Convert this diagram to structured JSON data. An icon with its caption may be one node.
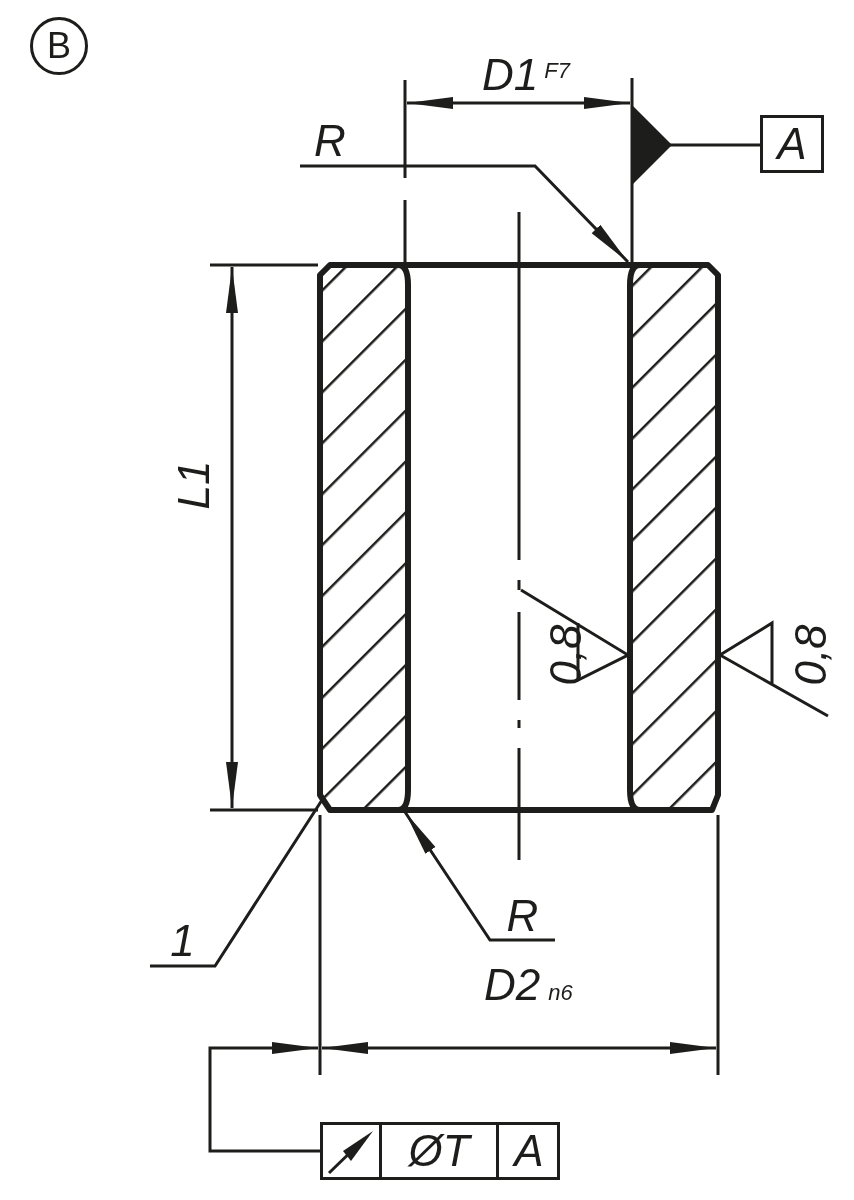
{
  "diagram": {
    "nodes": [
      {
        "text": [
          "R"
        ]
      },
      {
        "text": [
          "R"
        ]
      },
      {
        "text": [
          "1"
        ]
      },
      {
        "text": [
          "ØT",
          "A"
        ]
      },
      {
        "text": [
          "A"
        ]
      }
    ],
    "edges": [
      {
        "from": 0,
        "to": null,
        "arrow": "to"
      },
      {
        "from": 1,
        "to": null,
        "arrow": "to"
      },
      {
        "from": 2,
        "to": null,
        "arrow": "none"
      },
      {
        "from": 3,
        "to": null,
        "arrow": "to"
      },
      {
        "from": 4,
        "to": null,
        "arrow": "other"
      }
    ],
    "labels": [
      "B",
      "D1$^{F7}$",
      "L1",
      "0,8",
      "0,8",
      "D2$_{n6}$"
    ]
  }
}
